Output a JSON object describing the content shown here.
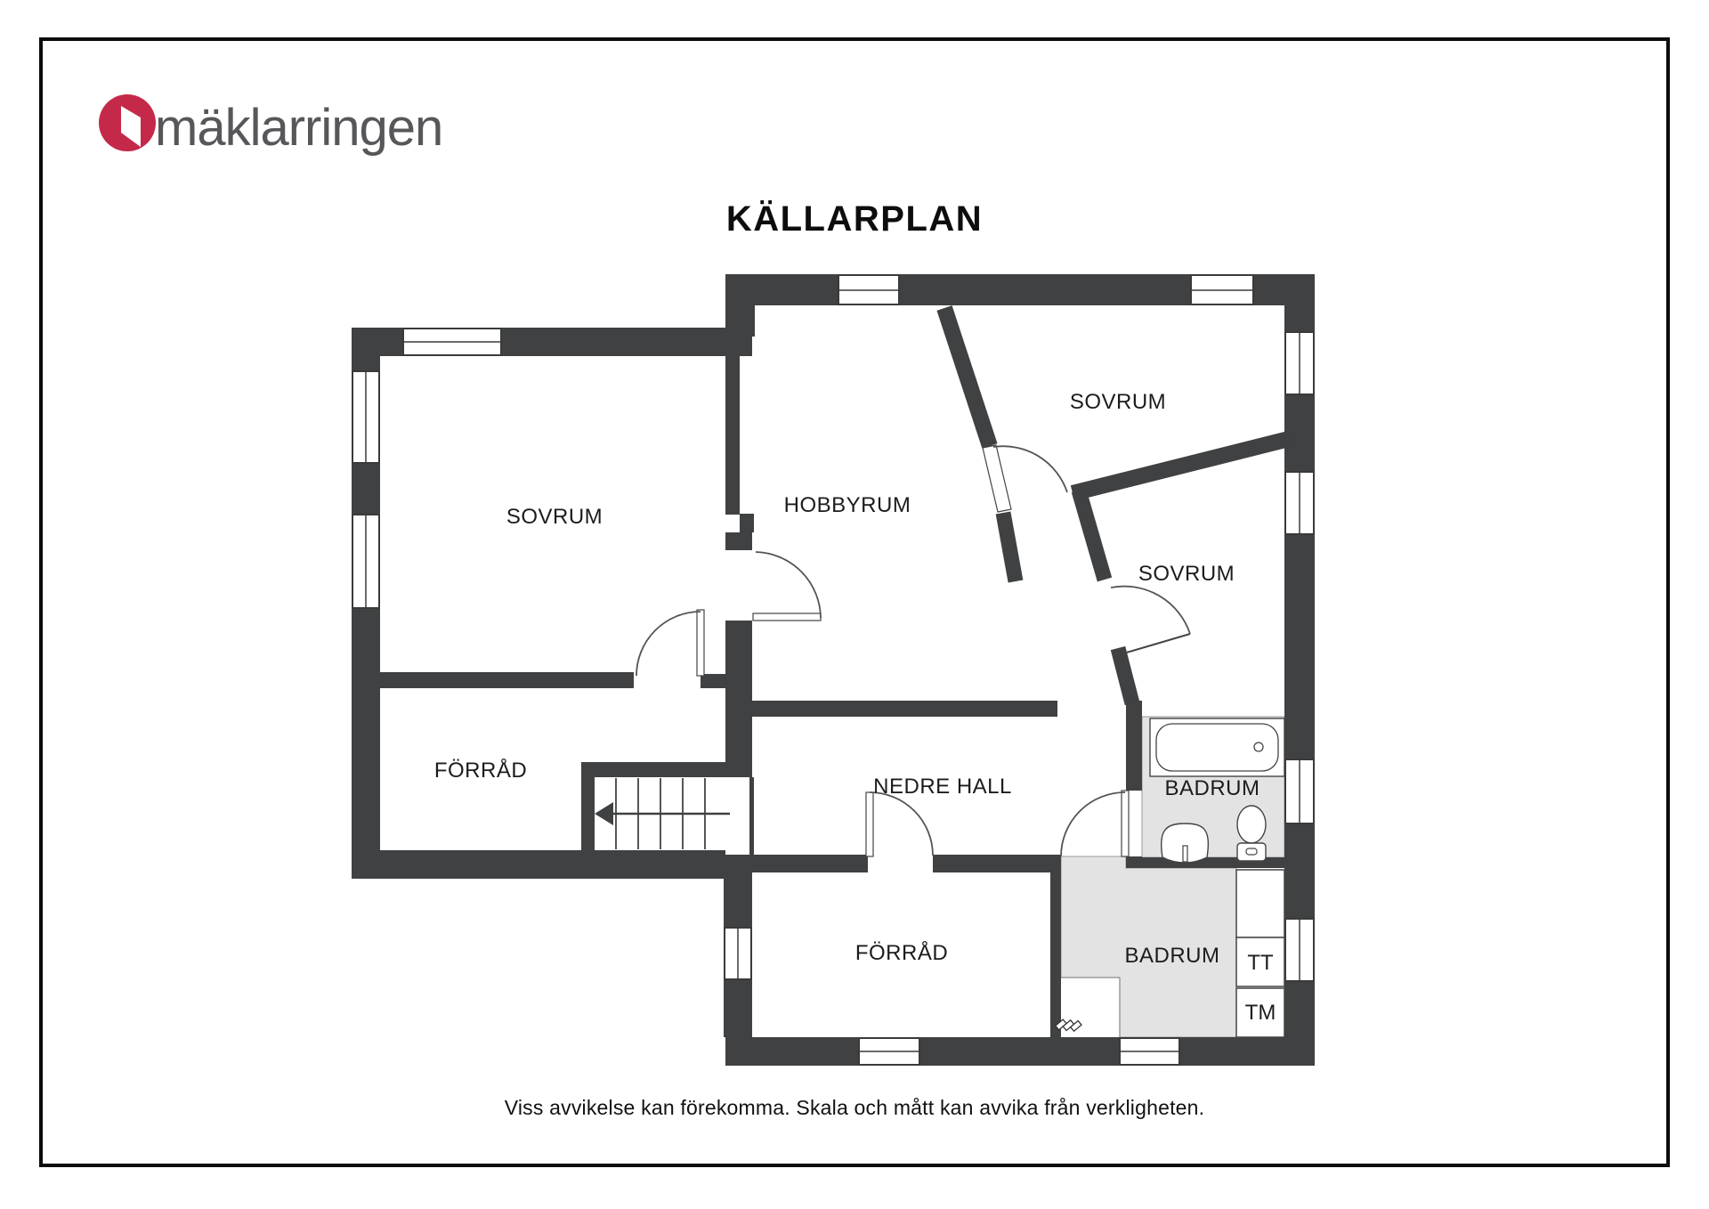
{
  "logo": {
    "brand": "mäklarringen",
    "icon": "door-in-circle-icon"
  },
  "header": {
    "title": "KÄLLARPLAN"
  },
  "rooms": {
    "sovrum_left": "SOVRUM",
    "hobbyrum": "HOBBYRUM",
    "sovrum_top_right": "SOVRUM",
    "sovrum_right": "SOVRUM",
    "forrad_left": "FÖRRÅD",
    "nedre_hall": "NEDRE HALL",
    "badrum_upper": "BADRUM",
    "forrad_bottom": "FÖRRÅD",
    "badrum_lower": "BADRUM"
  },
  "appliances": {
    "tt": "TT",
    "tm": "TM"
  },
  "footer": {
    "disclaimer": "Viss avvikelse kan förekomma. Skala och mått kan avvika från verkligheten."
  },
  "colors": {
    "wall": "#3f4142",
    "bath_floor": "#e3e3e3",
    "logo_red": "#c5294a",
    "logo_text": "#56575a"
  }
}
